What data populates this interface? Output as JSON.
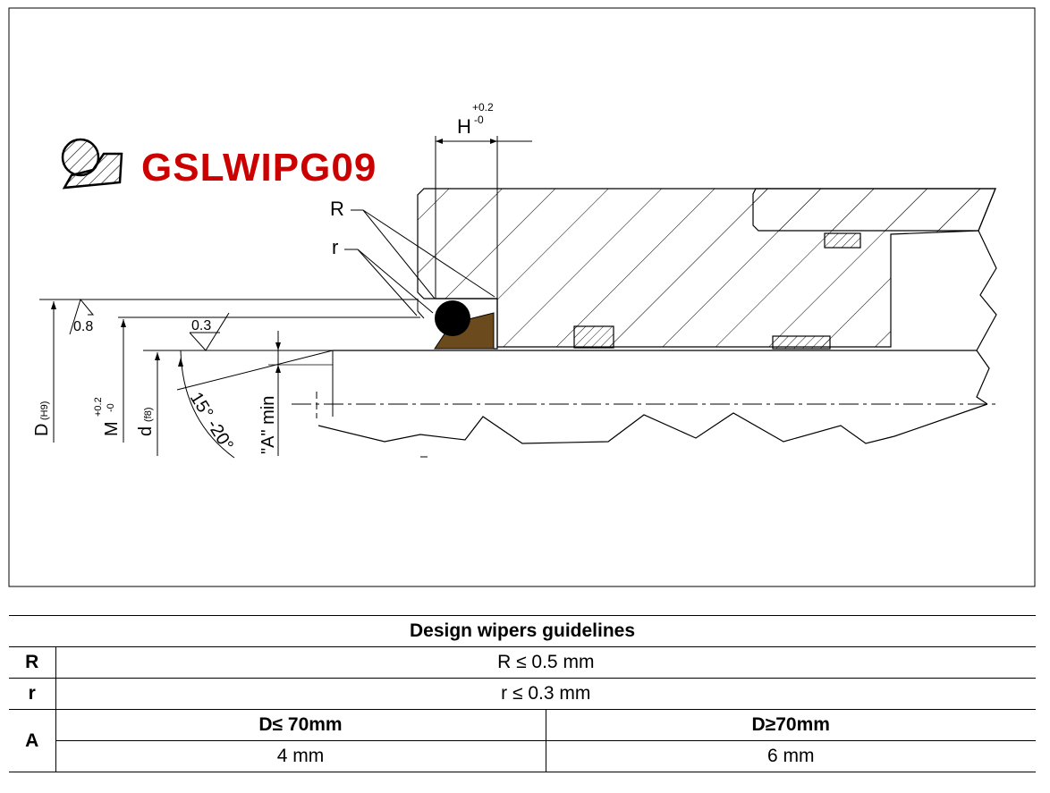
{
  "diagram": {
    "product_code": "GSLWIPG09",
    "brand_color": "#cc0000",
    "bronze_color": "#6b4a1e",
    "labels": {
      "H": "H",
      "H_tol_plus": "+0.2",
      "H_tol_minus": "-0",
      "R": "R",
      "r": "r",
      "finish_1": "0.8",
      "finish_2": "0.3",
      "D": "D",
      "D_fit": "(H9)",
      "M": "M",
      "M_tol_plus": "+0.2",
      "M_tol_minus": "-0",
      "d": "d",
      "d_fit": "(f8)",
      "angle": "15° -20°",
      "A_min": "\"A\" min"
    }
  },
  "table": {
    "title": "Design wipers guidelines",
    "rows": [
      {
        "label": "R",
        "value": "R ≤ 0.5 mm"
      },
      {
        "label": "r",
        "value": "r  ≤ 0.3 mm"
      }
    ],
    "A": {
      "label": "A",
      "col1_header": "D≤ 70mm",
      "col2_header": "D≥70mm",
      "col1_value": "4 mm",
      "col2_value": "6 mm"
    }
  }
}
